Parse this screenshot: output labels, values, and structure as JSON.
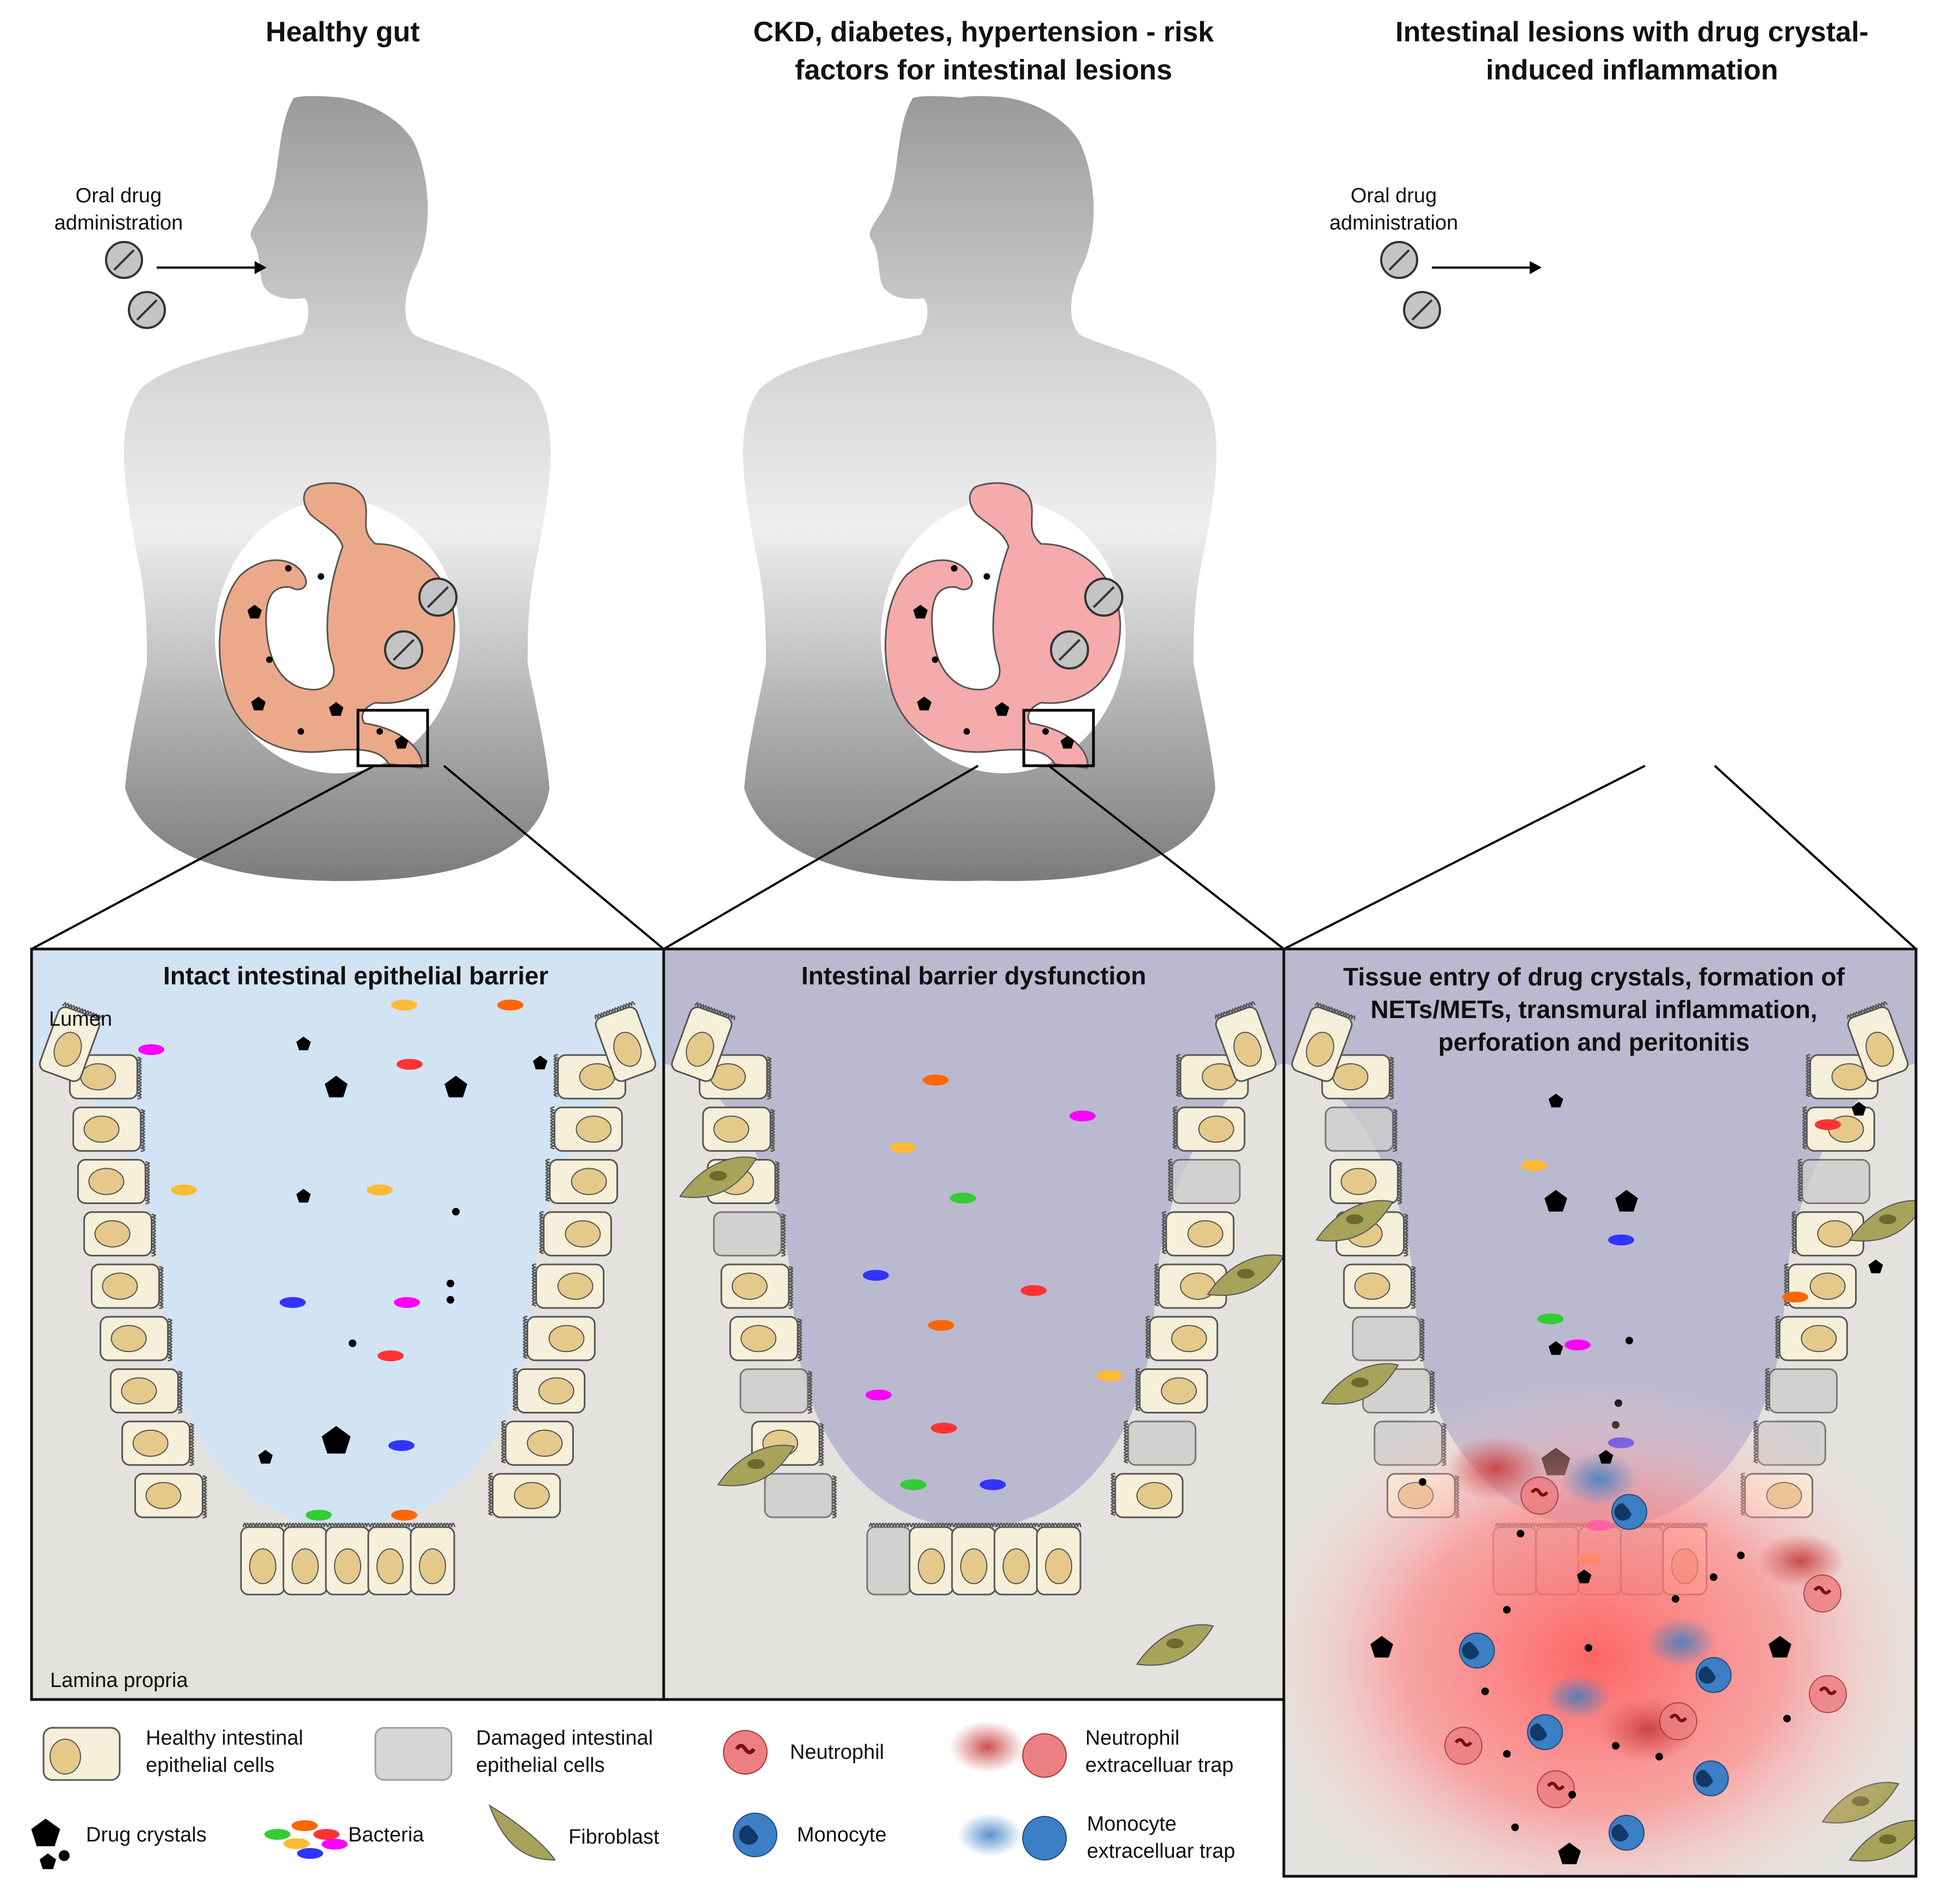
{
  "columns": [
    {
      "title_lines": [
        "Healthy gut"
      ]
    },
    {
      "title_lines": [
        "CKD, diabetes, hypertension - risk",
        "factors for intestinal lesions"
      ]
    },
    {
      "title_lines": [
        "Intestinal lesions with drug crystal-",
        "induced inflammation"
      ]
    }
  ],
  "oral_drug_label": [
    "Oral drug",
    "administration"
  ],
  "panels": [
    {
      "title_lines": [
        "Intact intestinal epithelial barrier"
      ]
    },
    {
      "title_lines": [
        "Intestinal barrier dysfunction"
      ]
    },
    {
      "title_lines": [
        "Tissue entry of drug crystals, formation of",
        "NETs/METs, transmural inflammation,",
        "perforation and peritonitis"
      ]
    }
  ],
  "region_labels": {
    "lumen": "Lumen",
    "lamina_propria": "Lamina propria"
  },
  "legend": [
    {
      "key": "healthy",
      "icon": "healthy-epithelial-cell-icon",
      "lines": [
        "Healthy intestinal",
        "epithelial cells"
      ]
    },
    {
      "key": "damaged",
      "icon": "damaged-epithelial-cell-icon",
      "lines": [
        "Damaged intestinal",
        "epithelial cells"
      ]
    },
    {
      "key": "neutrophil",
      "icon": "neutrophil-icon",
      "lines": [
        "Neutrophil"
      ]
    },
    {
      "key": "net",
      "icon": "neutrophil-extracellular-trap-icon",
      "lines": [
        "Neutrophil",
        "extracelluar trap"
      ]
    },
    {
      "key": "crystals",
      "icon": "drug-crystal-icon",
      "lines": [
        "Drug crystals"
      ]
    },
    {
      "key": "bacteria",
      "icon": "bacteria-icon",
      "lines": [
        "Bacteria"
      ]
    },
    {
      "key": "fibroblast",
      "icon": "fibroblast-icon",
      "lines": [
        "Fibroblast"
      ]
    },
    {
      "key": "monocyte",
      "icon": "monocyte-icon",
      "lines": [
        "Monocyte"
      ]
    },
    {
      "key": "met",
      "icon": "monocyte-extracellular-trap-icon",
      "lines": [
        "Monocyte",
        "extracelluar trap"
      ]
    }
  ],
  "colors": {
    "healthy_stomach": "#eca98a",
    "inflamed_stomach": "#f5aaab",
    "panel1_lumen": "#d2e3f3",
    "panel23_lumen": "#bab9cf",
    "lamina": "#e3e2df",
    "cell_fill": "#f6efd9",
    "nucleus": "#e5c98a",
    "damaged_cell": "#cccccc",
    "fibroblast": "#a8a35a",
    "neutrophil": "#ec7f82",
    "monocyte": "#3c7fc4",
    "inflammation": "#ff6b6b",
    "bacteria": [
      "#f0f",
      "#f33",
      "#3c3",
      "#fb3",
      "#f60",
      "#33f"
    ]
  }
}
